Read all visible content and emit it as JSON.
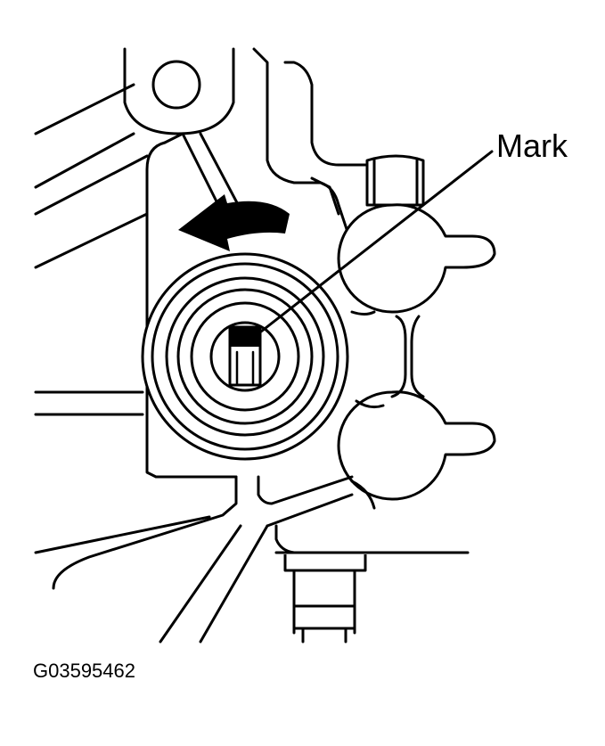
{
  "diagram": {
    "callout_label": "Mark",
    "figure_id": "G03595462",
    "rotation_direction": "counterclockwise",
    "colors": {
      "line": "#000000",
      "background": "#ffffff"
    }
  }
}
